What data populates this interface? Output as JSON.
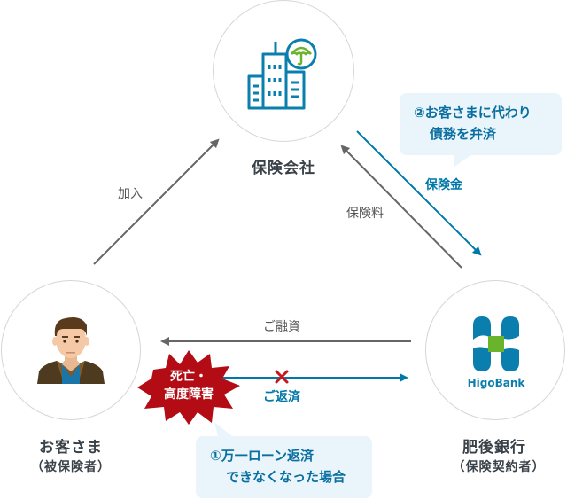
{
  "colors": {
    "blue": "#0078a8",
    "gray_arrow": "#666666",
    "green": "#6ab42d",
    "burst_red": "#b30c14",
    "bubble_bg": "#eaf5fb"
  },
  "nodes": {
    "insurer": {
      "title": "保険会社",
      "icon": "building-umbrella-icon"
    },
    "customer": {
      "title": "お客さま",
      "subtitle": "（被保険者）",
      "icon": "man-avatar-icon"
    },
    "bank": {
      "title": "肥後銀行",
      "subtitle": "（保険契約者）",
      "icon": "higobank-logo-icon",
      "logo_text": "HigoBank"
    }
  },
  "flows": {
    "join": "加入",
    "premium": "保険料",
    "payout": "保険金",
    "loan": "ご融資",
    "repayment": "ご返済"
  },
  "burst": {
    "line1": "死亡・",
    "line2": "高度障害"
  },
  "bubbles": {
    "step1": {
      "line1": "①万一ローン返済",
      "line2": "できなくなった場合"
    },
    "step2": {
      "line1": "②お客さまに代わり",
      "line2": "債務を弁済"
    }
  }
}
